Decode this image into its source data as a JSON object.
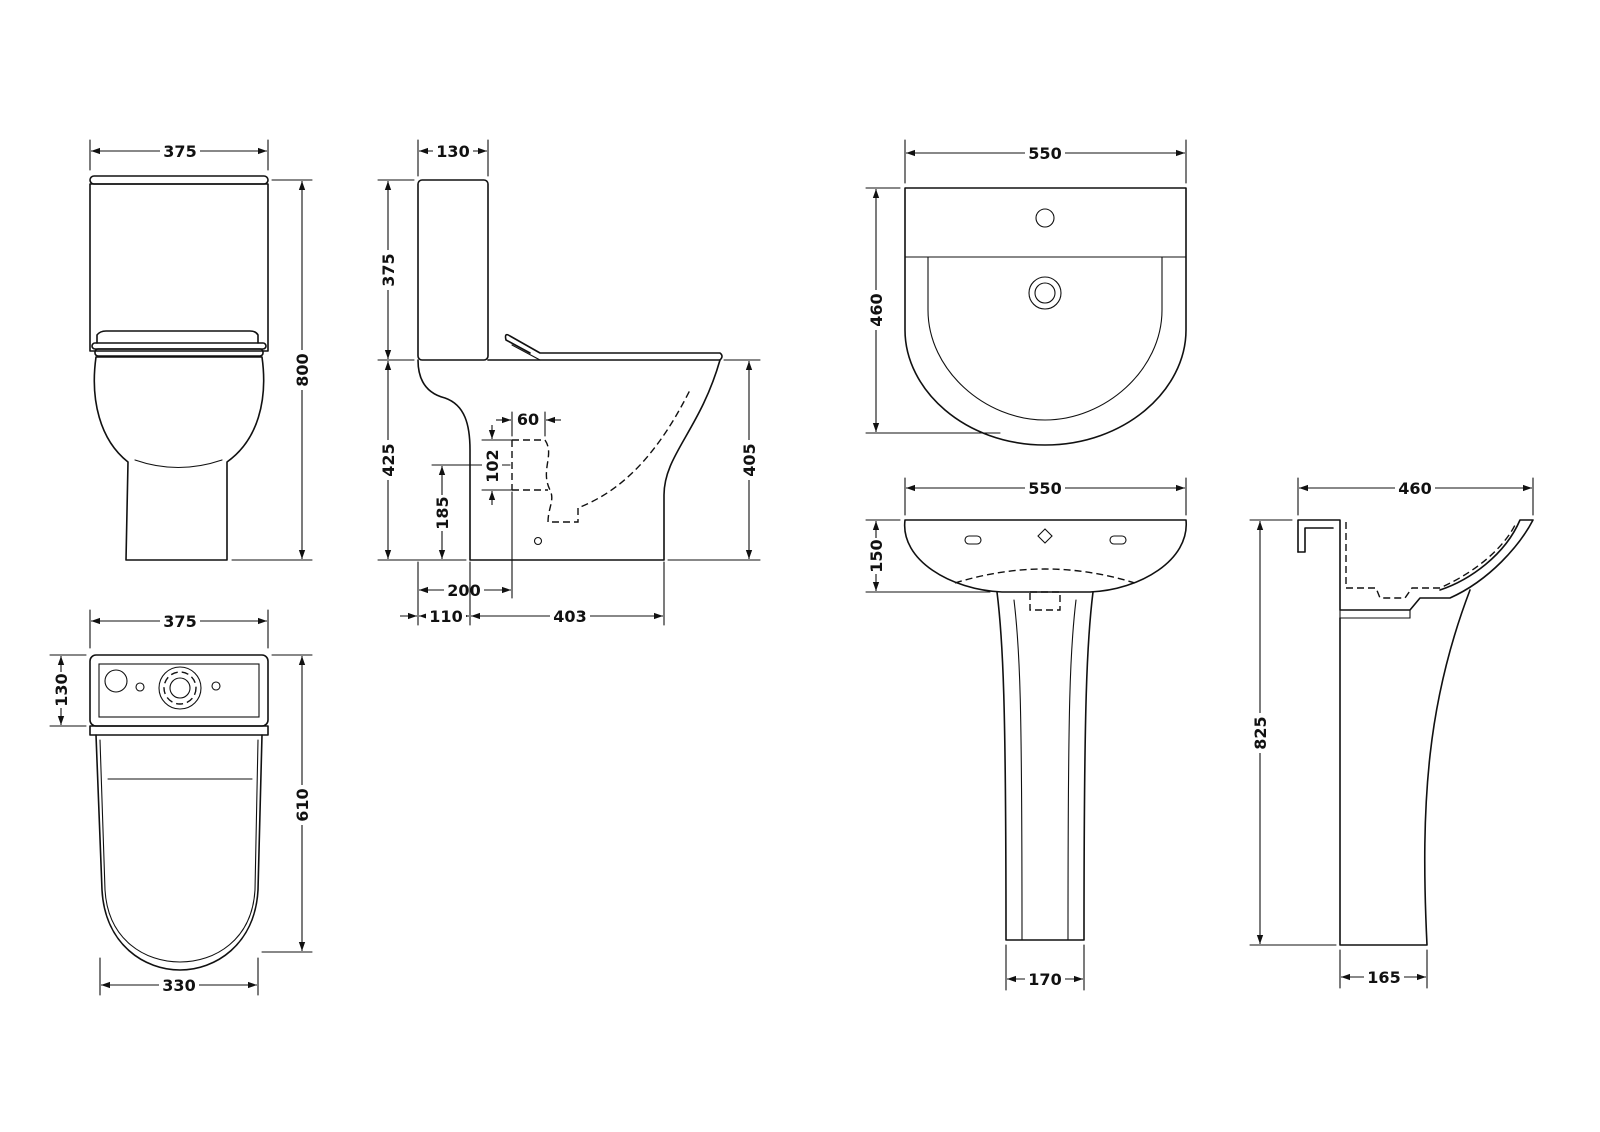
{
  "dimensions": {
    "wc_front_width": "375",
    "wc_front_height": "800",
    "wc_side_cistern_depth": "130",
    "wc_side_cistern_height": "375",
    "wc_side_pan_height": "425",
    "wc_side_outlet_height": "185",
    "wc_side_outlet_size": "102",
    "wc_side_outlet_depth": "60",
    "wc_side_seat_height": "405",
    "wc_side_outlet_offset": "200",
    "wc_side_wall_gap": "110",
    "wc_side_pan_depth": "403",
    "wc_plan_width": "375",
    "wc_plan_cistern_depth": "130",
    "wc_plan_length": "610",
    "wc_plan_pan_width": "330",
    "basin_plan_width": "550",
    "basin_plan_depth": "460",
    "basin_front_width": "550",
    "basin_front_bowl_height": "150",
    "pedestal_front_width": "170",
    "basin_side_depth": "460",
    "basin_side_height": "825",
    "pedestal_side_depth": "165"
  },
  "colors": {
    "line": "#111111",
    "background": "#ffffff"
  }
}
